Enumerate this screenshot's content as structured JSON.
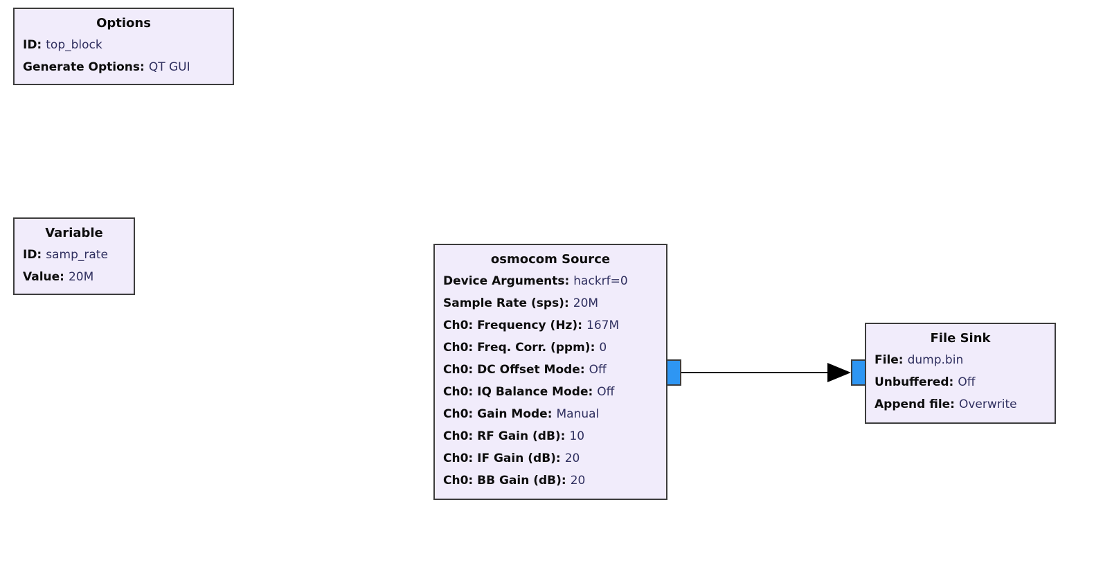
{
  "app": "GNU Radio Companion flowgraph canvas",
  "colors": {
    "canvas_bg": "#ffffff",
    "block_fill": "#f1ecfb",
    "block_border": "#3c3c3c",
    "port_fill": "#2e96f3",
    "label_text": "#0d0d0d",
    "value_text": "#303060",
    "wire_color": "#000000"
  },
  "blocks": {
    "options": {
      "title": "Options",
      "params": [
        {
          "label": "ID:",
          "value": "top_block"
        },
        {
          "label": "Generate Options:",
          "value": "QT GUI"
        }
      ]
    },
    "variable": {
      "title": "Variable",
      "params": [
        {
          "label": "ID:",
          "value": "samp_rate"
        },
        {
          "label": "Value:",
          "value": "20M"
        }
      ]
    },
    "osmocom_source": {
      "title": "osmocom Source",
      "params": [
        {
          "label": "Device Arguments:",
          "value": "hackrf=0"
        },
        {
          "label": "Sample Rate (sps):",
          "value": "20M"
        },
        {
          "label": "Ch0: Frequency (Hz):",
          "value": "167M"
        },
        {
          "label": "Ch0: Freq. Corr. (ppm):",
          "value": "0"
        },
        {
          "label": "Ch0: DC Offset Mode:",
          "value": "Off"
        },
        {
          "label": "Ch0: IQ Balance Mode:",
          "value": "Off"
        },
        {
          "label": "Ch0: Gain Mode:",
          "value": "Manual"
        },
        {
          "label": "Ch0: RF Gain (dB):",
          "value": "10"
        },
        {
          "label": "Ch0: IF Gain (dB):",
          "value": "20"
        },
        {
          "label": "Ch0: BB Gain (dB):",
          "value": "20"
        }
      ]
    },
    "file_sink": {
      "title": "File Sink",
      "params": [
        {
          "label": "File:",
          "value": "dump.bin"
        },
        {
          "label": "Unbuffered:",
          "value": "Off"
        },
        {
          "label": "Append file:",
          "value": "Overwrite"
        }
      ]
    }
  },
  "connection": {
    "source_block": "osmocom Source",
    "sink_block": "File Sink"
  }
}
